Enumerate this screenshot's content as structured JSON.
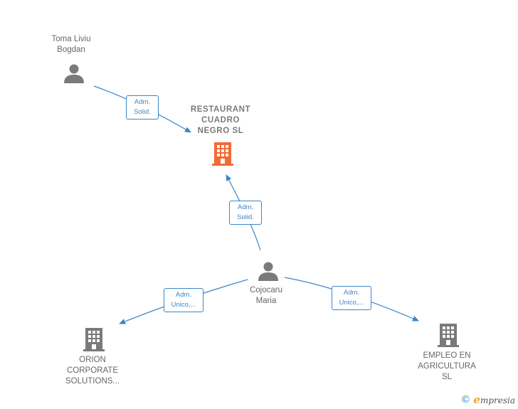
{
  "nodes": {
    "toma": {
      "label": "Toma Liviu\nBogdan",
      "kind": "person"
    },
    "restaurant": {
      "label": "RESTAURANT\nCUADRO\nNEGRO  SL",
      "kind": "company-main"
    },
    "cojocaru": {
      "label": "Cojocaru\nMaria",
      "kind": "person"
    },
    "orion": {
      "label": "ORION\nCORPORATE\nSOLUTIONS...",
      "kind": "company"
    },
    "empleo": {
      "label": "EMPLEO EN\nAGRICULTURA\nSL",
      "kind": "company"
    }
  },
  "edges": [
    {
      "from": "toma",
      "to": "restaurant",
      "label": "Adm.\nSolid."
    },
    {
      "from": "cojocaru",
      "to": "restaurant",
      "label": "Adm.\nSolid."
    },
    {
      "from": "cojocaru",
      "to": "orion",
      "label": "Adm.\nUnico,..."
    },
    {
      "from": "cojocaru",
      "to": "empleo",
      "label": "Adm.\nUnico,..."
    }
  ],
  "colors": {
    "edge": "#3d85c6",
    "person_icon": "#7a7a7a",
    "company_icon": "#7a7a7a",
    "main_company_icon": "#f26a35"
  },
  "icons": {
    "person": "person-icon",
    "company": "building-icon"
  },
  "footer": {
    "copyright_symbol": "©",
    "brand_initial": "e",
    "brand_rest": "mpresia"
  }
}
